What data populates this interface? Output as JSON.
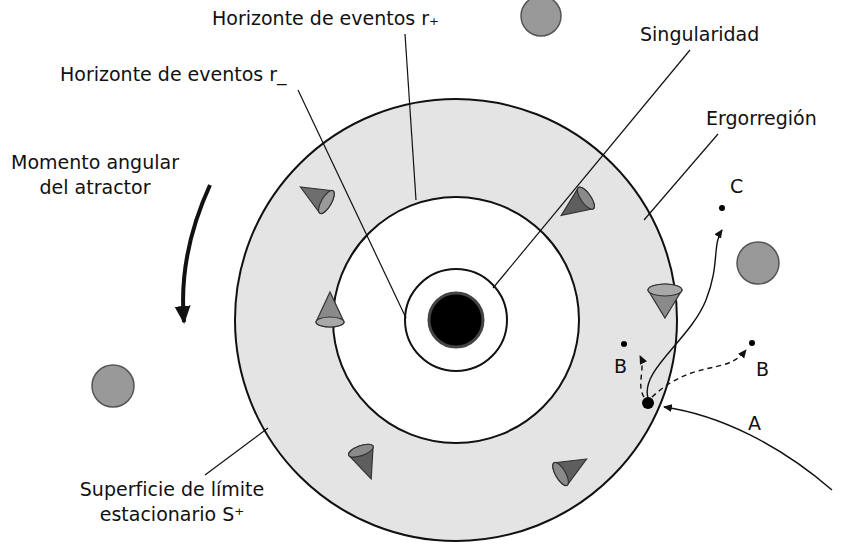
{
  "diagram": {
    "labels": [
      "Horizonte de eventos r₊",
      "Singularidad",
      "Horizonte de eventos r_",
      "Ergorregión",
      "Momento angular del atractor",
      "C",
      "B",
      "B",
      "A",
      "Superficie de límite estacionario S⁺"
    ]
  }
}
